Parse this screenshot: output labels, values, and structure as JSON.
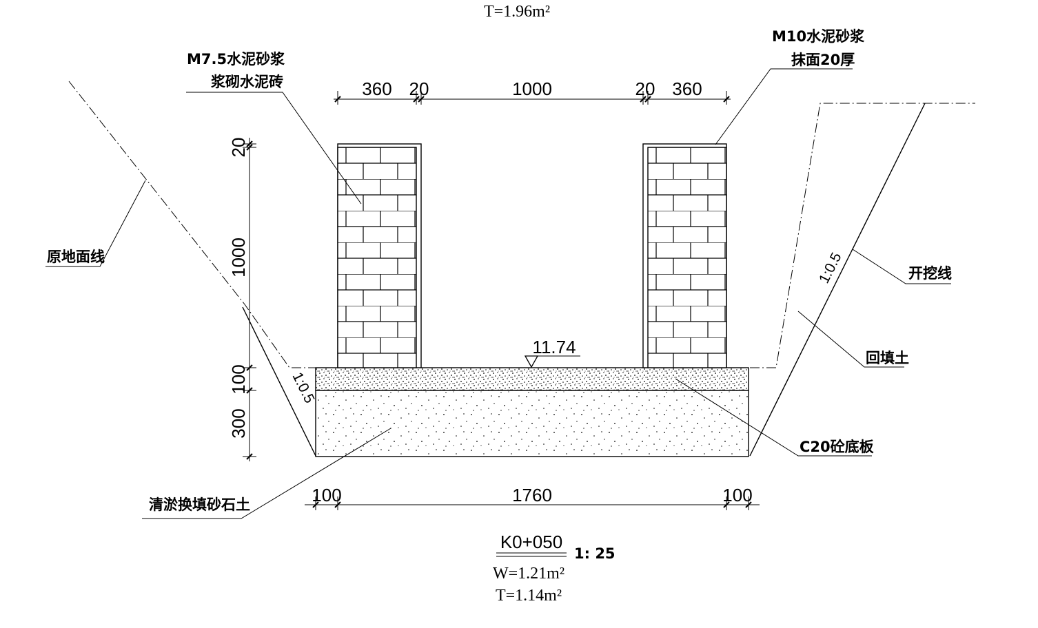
{
  "top_area": "T=1.96m²",
  "labels": {
    "mortar_left_line1": "M7.5水泥砂浆",
    "mortar_left_line2": "浆砌水泥砖",
    "mortar_right_line1": "M10水泥砂浆",
    "mortar_right_line2": "抹面20厚",
    "original_ground": "原地面线",
    "excavation": "开挖线",
    "backfill": "回填土",
    "slab": "C20砼底板",
    "replacement": "清淤换填砂石土"
  },
  "dimensions": {
    "top": [
      "360",
      "20",
      "1000",
      "20",
      "360"
    ],
    "left": [
      "20",
      "1000",
      "100",
      "300"
    ],
    "bottom": [
      "100",
      "1760",
      "100"
    ],
    "slope_left": "1:0.5",
    "slope_right": "1:0.5"
  },
  "elevation": "11.74",
  "section": {
    "name": "K0+050",
    "scale": "1: 25",
    "w_area": "W=1.21m²",
    "t_area": "T=1.14m²"
  }
}
